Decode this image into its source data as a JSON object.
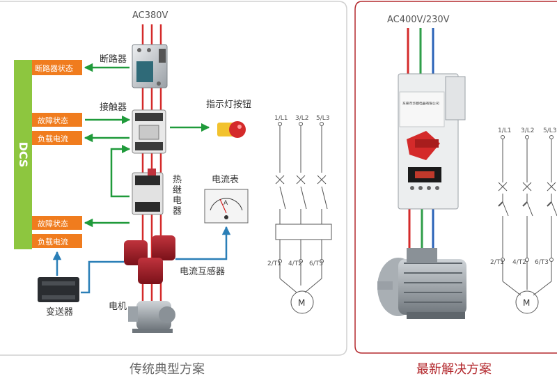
{
  "left_panel": {
    "supply_label": "AC380V",
    "breaker_label": "断路器",
    "contactor_label": "接触器",
    "indicator_label": "指示灯按钮",
    "thermal_relay_label": [
      "热",
      "继",
      "电",
      "器"
    ],
    "ammeter_label": "电流表",
    "ammeter_face_unit": "A",
    "ct_label": "电流互感器",
    "transmitter_label": "变送器",
    "motor_label": "电机",
    "dcs_label": "DCS",
    "status_boxes": {
      "breaker_status": "断路器状态",
      "fault_status_1": "故障状态",
      "load_current_1": "负载电流",
      "fault_status_2": "故障状态",
      "load_current_2": "负载电流"
    },
    "schematic": {
      "top_terminals": [
        "1/L1",
        "3/L2",
        "5/L3"
      ],
      "bottom_terminals": [
        "2/T1",
        "4/T2",
        "6/T3"
      ],
      "motor_symbol": "M"
    },
    "caption": "传统典型方案"
  },
  "right_panel": {
    "supply_label": "AC400V/230V",
    "device_brand_text": "东莞市华都电器有限公司",
    "schematic": {
      "top_terminals": [
        "1/L1",
        "3/L2",
        "5/L3"
      ],
      "bottom_terminals": [
        "2/T1",
        "4/T2",
        "6/T3"
      ],
      "motor_symbol": "M"
    },
    "caption": "最新解决方案"
  },
  "colors": {
    "dcs_green": "#8dc63f",
    "status_orange": "#f07c1e",
    "arrow_green": "#1f9a3a",
    "arrow_blue": "#2a7fb7",
    "phase_red": "#d42a2a",
    "phase_green": "#2e9e48",
    "phase_blue": "#2b63b8",
    "right_frame": "#b3282d",
    "right_caption": "#b3282d"
  }
}
